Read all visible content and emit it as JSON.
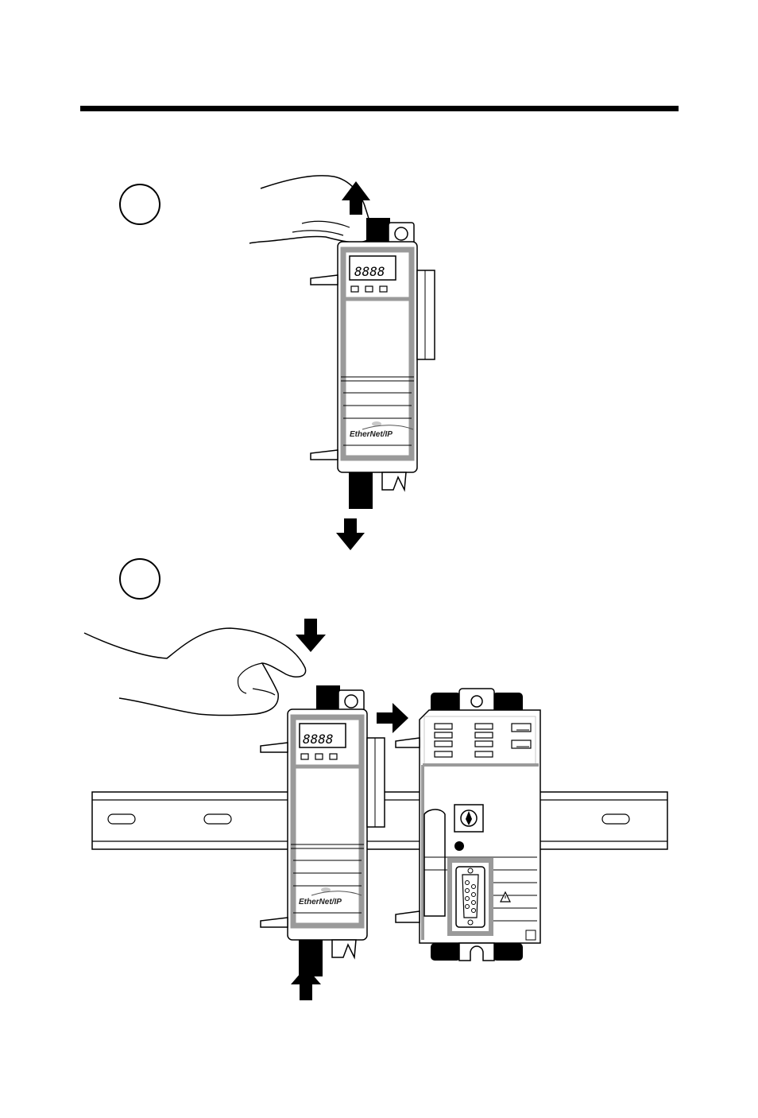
{
  "figure": {
    "step_markers": [
      {
        "id": "step-1",
        "label": ""
      },
      {
        "id": "step-2",
        "label": ""
      }
    ],
    "module": {
      "display_digits": "8888",
      "logo_text": "EtherNet/IP"
    },
    "colors": {
      "ink": "#000000",
      "module_gray": "#9a9a9a",
      "light_gray": "#c8c8c8",
      "paper": "#ffffff"
    },
    "icons": [
      "hand-icon",
      "arrow-up-icon",
      "arrow-down-icon",
      "arrow-right-icon",
      "din-rail",
      "warning-icon",
      "rotary-switch-icon",
      "serial-port-icon"
    ]
  }
}
